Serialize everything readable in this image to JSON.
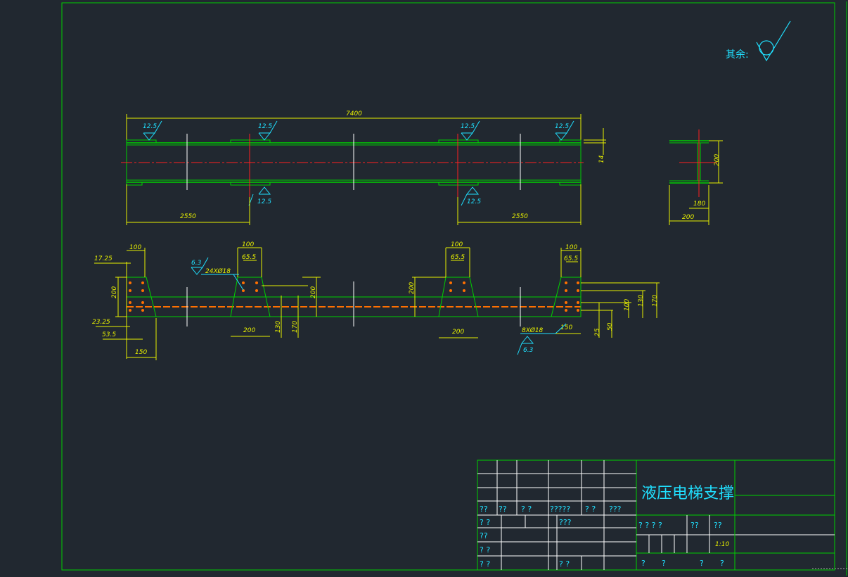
{
  "drawing": {
    "title": "液压电梯支撑",
    "surface_note": "其余:",
    "scale": "1:10"
  },
  "dimensions": {
    "total_length": "7400",
    "left_offset": "2550",
    "right_offset": "2550",
    "weld_size": "12.5",
    "section_height": "200",
    "section_width_inner": "180",
    "section_width_outer": "200",
    "plate_thickness": "14",
    "plate_width": "100",
    "hole_spacing": "65.5",
    "hole_top": "17.25",
    "hole_side_a": "23.25",
    "hole_side_b": "53.5",
    "base_width": "200",
    "base_width_small": "150",
    "weld_small": "6.3",
    "hole_note_a": "24XØ18",
    "hole_note_b": "8XØ18",
    "vert_130": "130",
    "vert_170": "170",
    "vert_100": "100",
    "vert_25": "25",
    "vert_50": "50"
  },
  "title_block": {
    "row1": [
      "??",
      "??",
      "? ?",
      "?????",
      "? ?",
      "???"
    ],
    "left_rows": [
      "? ?",
      "??",
      "? ?",
      "? ?"
    ],
    "mid_a": "???",
    "mid_b": "? ?",
    "right_headers": [
      "? ? ? ?",
      "??",
      "??"
    ],
    "bottom": [
      "?",
      "?",
      "?",
      "?"
    ]
  },
  "colors": {
    "background": "#212830",
    "frame": "#00d000",
    "dimension": "#e8f000",
    "centerline": "#ff2020",
    "annotation": "#20e0ff",
    "bolt": "#ff7000"
  }
}
